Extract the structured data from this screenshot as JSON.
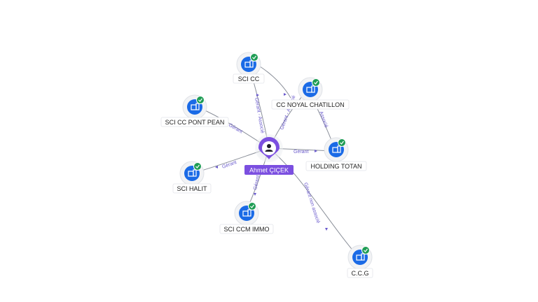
{
  "graph": {
    "center": {
      "name": "Ahmet ÇIÇEK",
      "icon": "person-icon",
      "accent": "#7b4fe0"
    },
    "company_icon": "building-icon",
    "verified_icon": "check-badge-icon",
    "companies": [
      {
        "id": "sci-cc",
        "name": "SCI CC"
      },
      {
        "id": "cc-noyal-chatillon",
        "name": "CC NOYAL CHATILLON"
      },
      {
        "id": "sci-cc-pont-pean",
        "name": "SCI CC PONT PEAN"
      },
      {
        "id": "holding-totan",
        "name": "HOLDING TOTAN"
      },
      {
        "id": "sci-halit",
        "name": "SCI HALIT"
      },
      {
        "id": "sci-ccm-immo",
        "name": "SCI CCM IMMO"
      },
      {
        "id": "c-c-g",
        "name": "C.C.G"
      }
    ],
    "edges": [
      {
        "id": "e-sci-cc",
        "label": "Gérant - Associé"
      },
      {
        "id": "e-noyal",
        "label": "Gérant - Associé"
      },
      {
        "id": "e-pont-pean",
        "label": "Gérant"
      },
      {
        "id": "e-holding",
        "label": "Gérant"
      },
      {
        "id": "e-halit",
        "label": "Gérant"
      },
      {
        "id": "e-ccm",
        "label": "Gérant"
      },
      {
        "id": "e-ccg",
        "label": "Gérant non associé"
      },
      {
        "id": "e-noyal-holding",
        "label": "Associé"
      }
    ],
    "colors": {
      "company_blue": "#1a6ae6",
      "verified_green": "#1f9d55",
      "edge_label": "#6a5acd"
    }
  }
}
